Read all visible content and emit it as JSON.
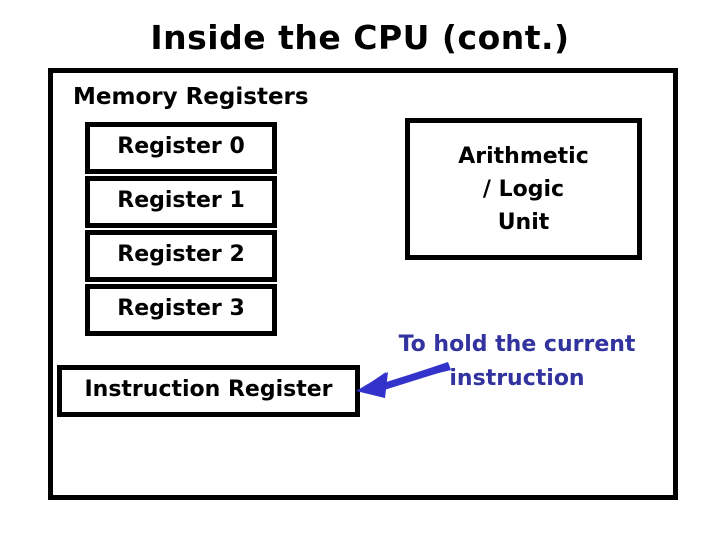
{
  "slide": {
    "title": "Inside the CPU (cont.)"
  },
  "cpu": {
    "memory_registers_label": "Memory Registers",
    "registers": [
      {
        "label": "Register 0"
      },
      {
        "label": "Register 1"
      },
      {
        "label": "Register 2"
      },
      {
        "label": "Register 3"
      }
    ],
    "instruction_register": {
      "label": "Instruction Register"
    },
    "alu": {
      "label": "Arithmetic\n/ Logic\nUnit"
    }
  },
  "annotation": {
    "text": "To hold the current\ninstruction",
    "arrow_icon": "left-arrow-icon"
  },
  "colors": {
    "ink": "#000000",
    "annotation_blue": "#3333A0",
    "arrow_blue": "#3333CC",
    "background": "#FFFFFF"
  }
}
